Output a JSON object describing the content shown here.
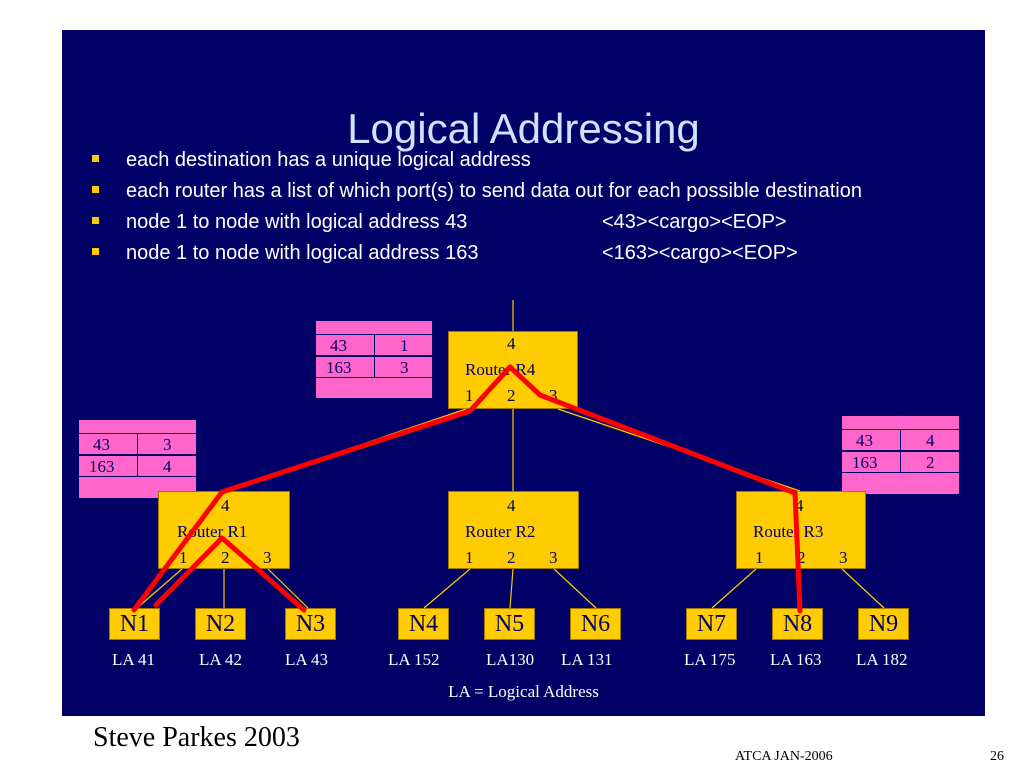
{
  "slide": {
    "title": "Logical Addressing",
    "bullets": [
      {
        "text": "each destination has a unique logical address",
        "tail": ""
      },
      {
        "text": "each router has a list of which port(s) to send data out for each possible destination",
        "tail": ""
      },
      {
        "text": "node 1 to node with logical address 43",
        "tail": "<43><cargo><EOP>"
      },
      {
        "text": "node 1 to node with logical address 163",
        "tail": "<163><cargo><EOP>"
      }
    ]
  },
  "diagram": {
    "routers": {
      "r4": {
        "label": "Router R4",
        "top_port": "4",
        "ports": [
          "1",
          "2",
          "3"
        ]
      },
      "r1": {
        "label": "Router R1",
        "top_port": "4",
        "ports": [
          "1",
          "2",
          "3"
        ]
      },
      "r2": {
        "label": "Router R2",
        "top_port": "4",
        "ports": [
          "1",
          "2",
          "3"
        ]
      },
      "r3": {
        "label": "Router R3",
        "top_port": "4",
        "ports": [
          "1",
          "2",
          "3"
        ]
      }
    },
    "routing_tables": {
      "r4": [
        [
          "43",
          "1"
        ],
        [
          "163",
          "3"
        ]
      ],
      "r1": [
        [
          "43",
          "3"
        ],
        [
          "163",
          "4"
        ]
      ],
      "r3": [
        [
          "43",
          "4"
        ],
        [
          "163",
          "2"
        ]
      ]
    },
    "nodes": [
      {
        "label": "N1",
        "la": "LA 41"
      },
      {
        "label": "N2",
        "la": "LA 42"
      },
      {
        "label": "N3",
        "la": "LA 43"
      },
      {
        "label": "N4",
        "la": "LA 152"
      },
      {
        "label": "N5",
        "la": "LA130"
      },
      {
        "label": "N6",
        "la": "LA 131"
      },
      {
        "label": "N7",
        "la": "LA 175"
      },
      {
        "label": "N8",
        "la": "LA 163"
      },
      {
        "label": "N9",
        "la": "LA 182"
      }
    ],
    "legend": "LA = Logical Address",
    "colors": {
      "background": "#000066",
      "box": "#ffcc00",
      "table": "#ff66cc",
      "path": "#ff0000",
      "link": "#ffcc00"
    }
  },
  "footer": {
    "author": "Steve Parkes 2003",
    "event": "ATCA JAN-2006",
    "page": "26"
  }
}
